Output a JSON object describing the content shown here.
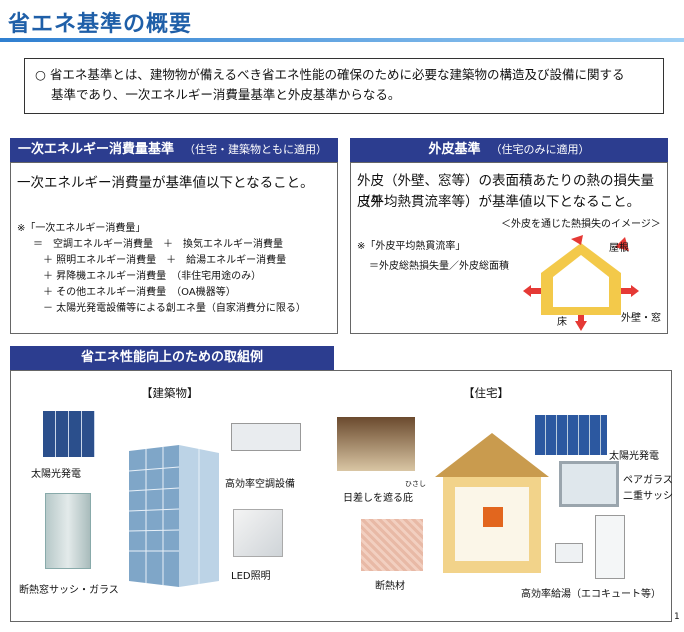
{
  "title": "省エネ基準の概要",
  "intro": {
    "bullet": "○",
    "line1": "省エネ基準とは、建物物が備えるべき省エネ性能の確保のために必要な建築物の構造及び設備に関する",
    "line2": "基準であり、一次エネルギー消費量基準と外皮基準からなる。"
  },
  "energy": {
    "header": "一次エネルギー消費量基準",
    "header_sub": "（住宅・建築物ともに適用）",
    "lead": "一次エネルギー消費量が基準値以下となること。",
    "note_label": "※「一次エネルギー消費量」",
    "formula": [
      "＝　空調エネルギー消費量　＋　換気エネルギー消費量",
      "＋ 照明エネルギー消費量　＋　給湯エネルギー消費量",
      "＋ 昇降機エネルギー消費量　（非住宅用途のみ）",
      "＋ その他エネルギー消費量　（OA機器等）",
      "－ 太陽光発電設備等による創エネ量（自家消費分に限る）"
    ]
  },
  "envelope": {
    "header": "外皮基準",
    "header_sub": "（住宅のみに適用）",
    "lead1": "外皮（外壁、窓等）の表面積あたりの熱の損失量（外",
    "lead2": "皮平均熱貫流率等）が基準値以下となること。",
    "image_caption": "＜外皮を通じた熱損失のイメージ＞",
    "note_label": "※「外皮平均熱貫流率」",
    "note_formula": "＝外皮総熱損失量／外皮総面積",
    "label_roof": "屋根",
    "label_floor": "床",
    "label_wall": "外壁・窓"
  },
  "measures": {
    "header": "省エネ性能向上のための取組例",
    "building_title": "【建築物】",
    "house_title": "【住宅】",
    "building_labels": {
      "solar": "太陽光発電",
      "window": "断熱窓サッシ・ガラス",
      "aircon": "高効率空調設備",
      "led": "LED照明"
    },
    "house_labels": {
      "eaves": "日差しを遮る庇",
      "eaves_ruby": "ひさし",
      "insulation": "断熱材",
      "solar": "太陽光発電",
      "pair_glass1": "ペアガラス",
      "pair_glass2": "二重サッシ",
      "water_heater": "高効率給湯（エコキュート等）"
    }
  },
  "page_number": "1"
}
